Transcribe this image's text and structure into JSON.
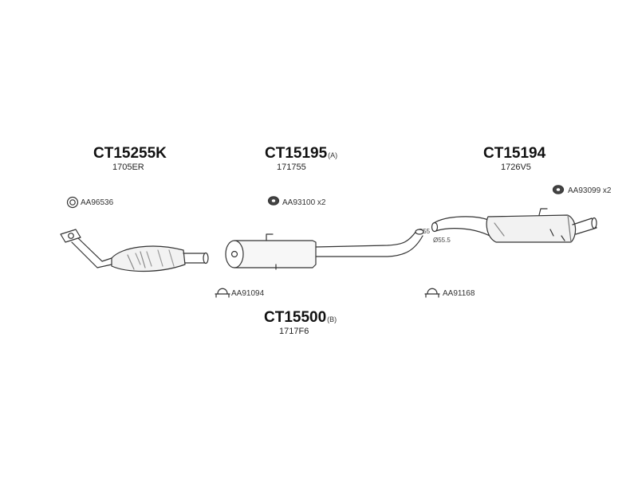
{
  "parts": [
    {
      "code": "CT15255K",
      "suffix": "",
      "ref": "1705ER"
    },
    {
      "code": "CT15195",
      "suffix": "(A)",
      "ref": "171755"
    },
    {
      "code": "CT15194",
      "suffix": "",
      "ref": "1726V5"
    },
    {
      "code": "CT15500",
      "suffix": "(B)",
      "ref": "1717F6"
    }
  ],
  "accessories": [
    {
      "code": "AA96536",
      "icon": "gasket-ring-icon"
    },
    {
      "code": "AA93100 x2",
      "icon": "rubber-mount-icon"
    },
    {
      "code": "AA93099 x2",
      "icon": "rubber-mount-icon"
    },
    {
      "code": "AA91094",
      "icon": "pipe-clamp-icon"
    },
    {
      "code": "AA91168",
      "icon": "pipe-clamp-icon"
    }
  ],
  "diameters": [
    "Ø55",
    "Ø55.5"
  ],
  "colors": {
    "line": "#333333",
    "shade": "#bdbdbd",
    "fill": "#f2f2f2"
  }
}
